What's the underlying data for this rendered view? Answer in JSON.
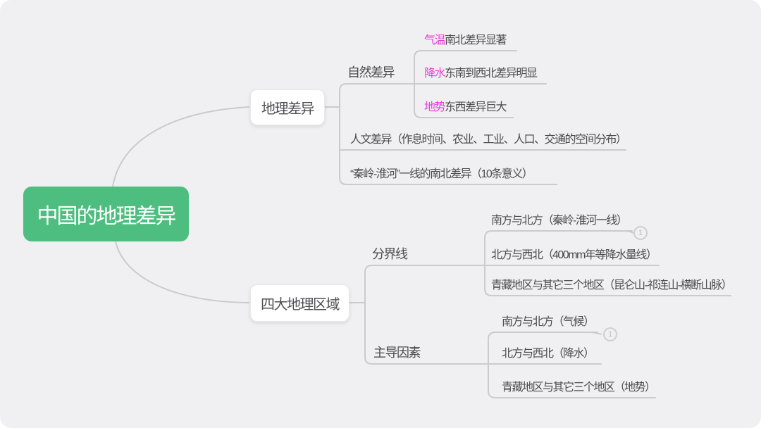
{
  "colors": {
    "root_bg": "#4dbe80",
    "keyword": "#e63cd8",
    "connector": "#cbcbcb",
    "text": "#4c4c4f",
    "canvas_bg": "#f0f0f2"
  },
  "root": {
    "label": "中国的地理差异"
  },
  "branch_geography": {
    "label": "地理差异",
    "natural": {
      "label": "自然差异",
      "children": [
        {
          "keyword": "气温",
          "text": "南北差异显著"
        },
        {
          "keyword": "降水",
          "text": "东南到西北差异明显"
        },
        {
          "keyword": "地势",
          "text": "东西差异巨大"
        }
      ]
    },
    "human": {
      "label": "人文差异（作息时间、农业、工业、人口、交通的空间分布）"
    },
    "qinling": {
      "label": "“秦岭-淮河”一线的南北差异（10条意义）"
    }
  },
  "branch_regions": {
    "label": "四大地理区域",
    "boundary": {
      "label": "分界线",
      "badge": "1",
      "children": [
        {
          "text": "南方与北方（秦岭-淮河一线）"
        },
        {
          "text": "北方与西北（400mm年等降水量线）"
        },
        {
          "text": "青藏地区与其它三个地区（昆仑山-祁连山-横断山脉）"
        }
      ]
    },
    "factor": {
      "label": "主导因素",
      "badge": "1",
      "children": [
        {
          "text": "南方与北方（气候）"
        },
        {
          "text": "北方与西北（降水）"
        },
        {
          "text": "青藏地区与其它三个地区（地势）"
        }
      ]
    }
  }
}
